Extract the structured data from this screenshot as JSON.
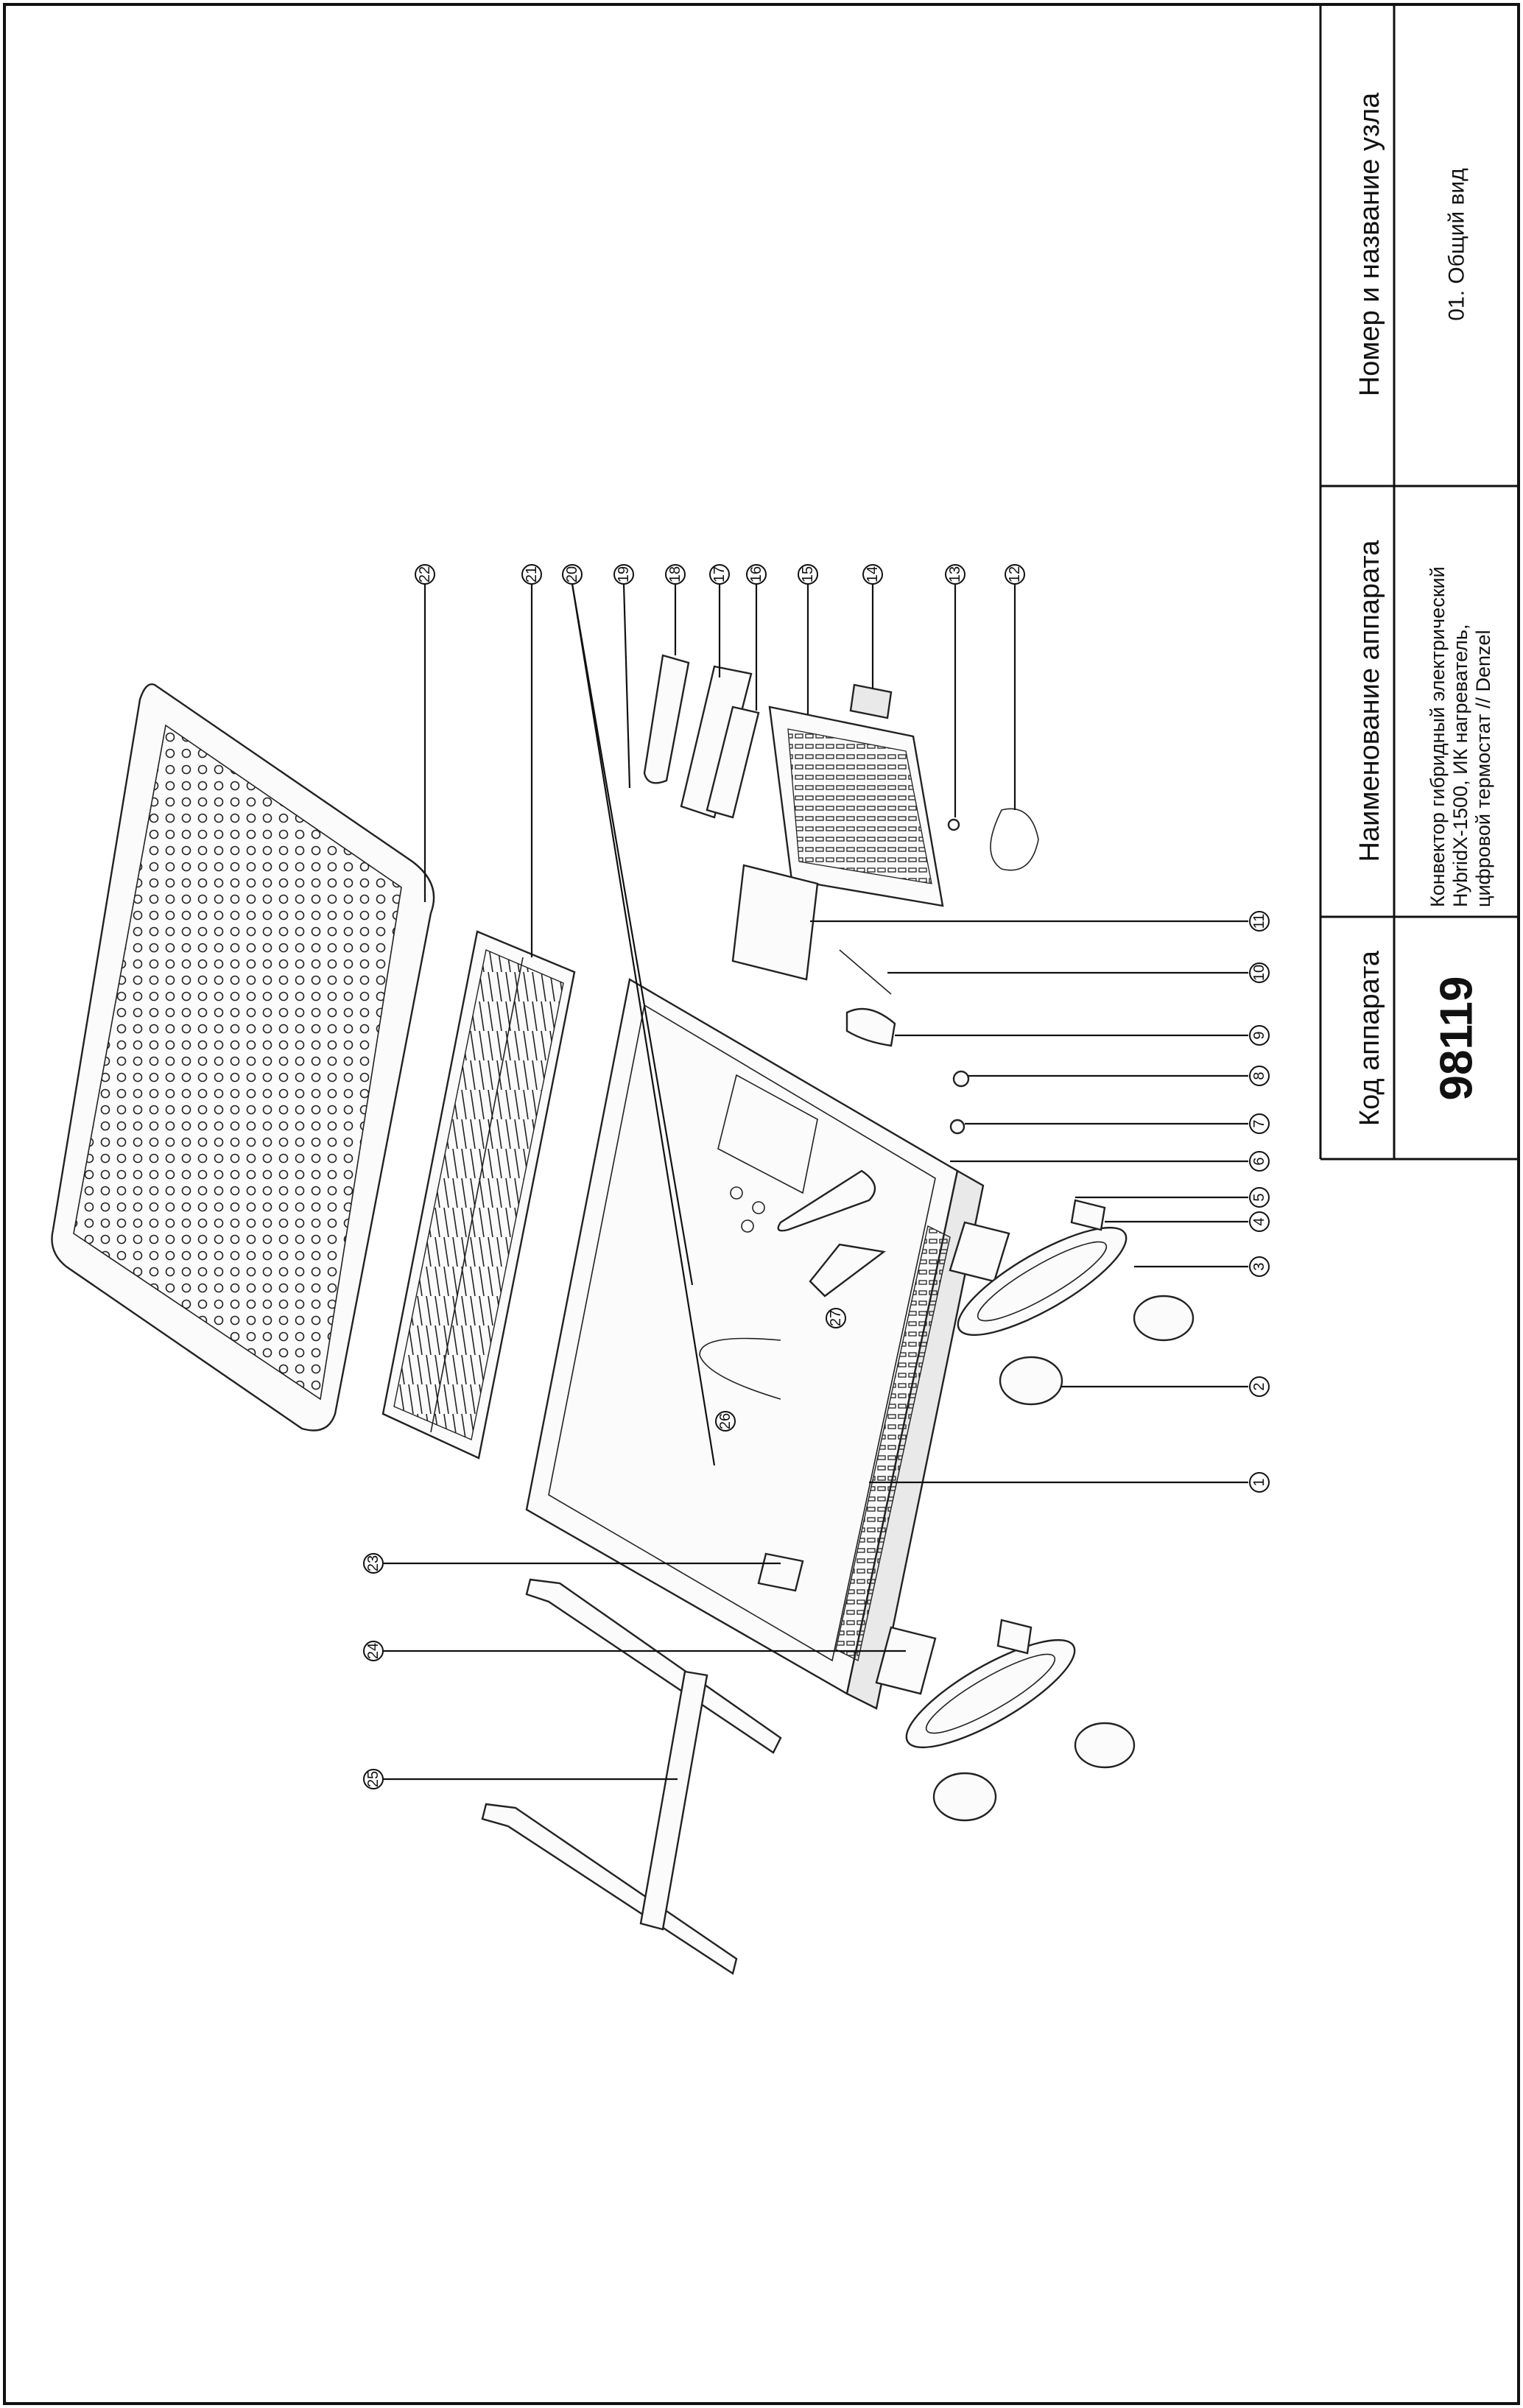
{
  "title_block": {
    "code_header": "Код аппарата",
    "code_value": "98119",
    "name_header": "Наименование аппарата",
    "name_lines": [
      "Конвектор гибридный электрический",
      "HybridX-1500,  ИК нагреватель,",
      "цифровой термостат // Denzel"
    ],
    "node_header": "Номер и название узла",
    "node_value": "01. Общий вид"
  },
  "callouts": [
    "1",
    "2",
    "3",
    "4",
    "5",
    "6",
    "7",
    "8",
    "9",
    "10",
    "11",
    "12",
    "13",
    "14",
    "15",
    "16",
    "17",
    "18",
    "19",
    "20",
    "21",
    "22",
    "23",
    "24",
    "25",
    "26",
    "27"
  ],
  "colors": {
    "ink": "#111111",
    "paper": "#ffffff"
  }
}
